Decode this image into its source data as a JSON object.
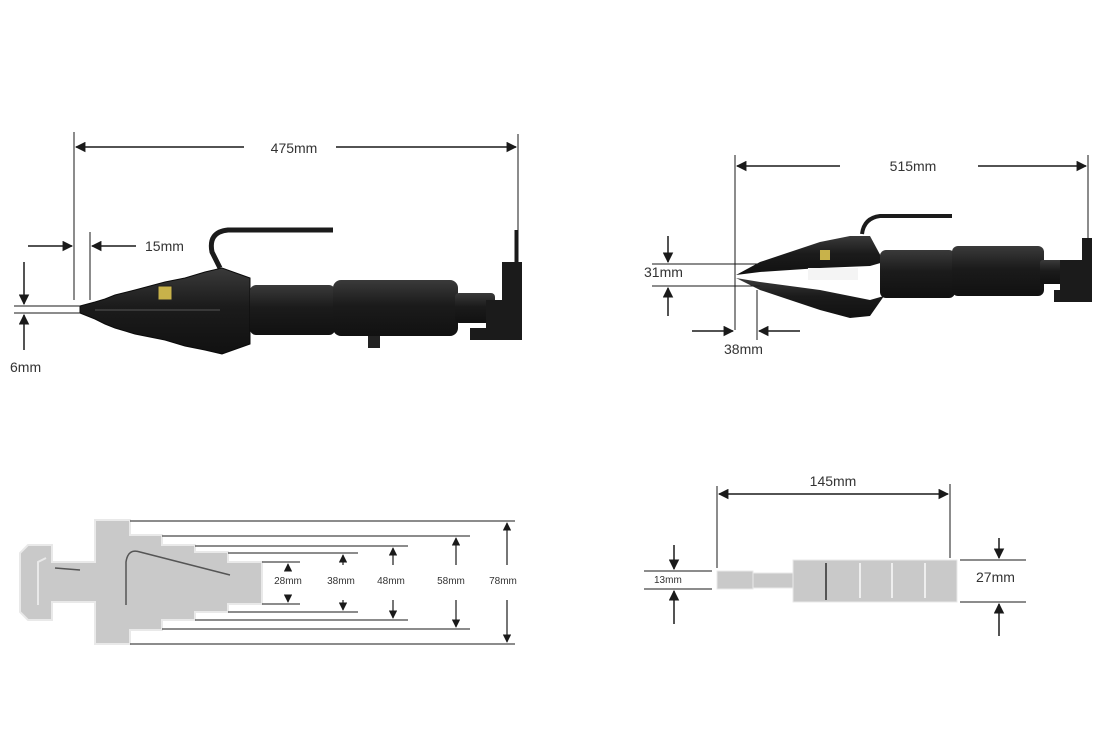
{
  "colors": {
    "tool_body": "#1b1b1b",
    "tool_highlight": "#3a3a3a",
    "profile_fill": "#c9c9c9",
    "profile_stroke": "#e9e9e9",
    "dimension_line": "#1a1a1a",
    "text": "#333333"
  },
  "views": {
    "closed_tool": {
      "overall_length": "475mm",
      "tip_length": "15mm",
      "tip_thickness": "6mm"
    },
    "open_tool": {
      "overall_length": "515mm",
      "jaw_opening": "31mm",
      "tip_length": "38mm"
    },
    "blade_profile": {
      "step_widths": [
        "28mm",
        "38mm",
        "48mm",
        "58mm",
        "78mm"
      ]
    },
    "side_profile": {
      "length": "145mm",
      "thickness_thin": "13mm",
      "thickness_thick": "27mm"
    }
  },
  "icons": [
    "spreader-tool-closed",
    "spreader-tool-open",
    "blade-top-profile",
    "blade-side-profile"
  ]
}
